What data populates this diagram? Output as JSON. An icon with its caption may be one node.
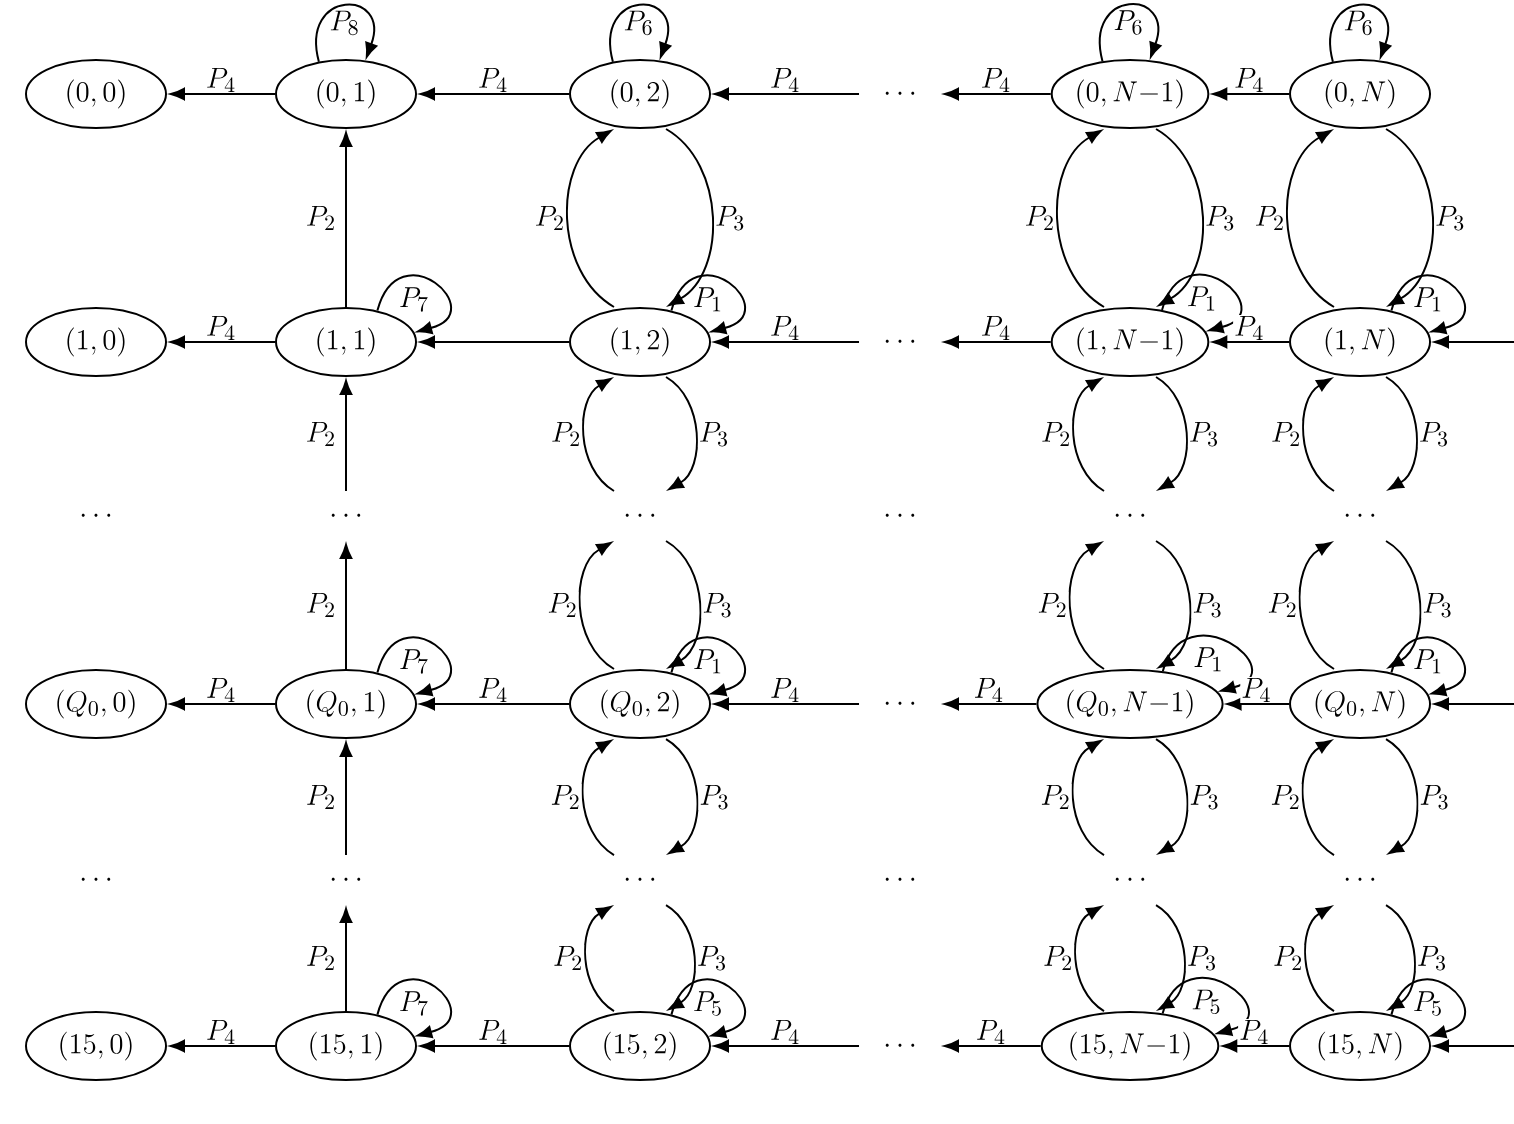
{
  "diagram": {
    "nodes": [
      {
        "text": [
          "(0,0)"
        ]
      },
      {
        "text": [
          "(0,1)"
        ]
      },
      {
        "text": [
          "(0,2)"
        ]
      },
      {
        "text": [
          "\\cdots"
        ]
      },
      {
        "text": [
          "(0,N{-}1)"
        ]
      },
      {
        "text": [
          "(0,N)"
        ]
      },
      {
        "text": [
          "(1,0)"
        ]
      },
      {
        "text": [
          "(1,1)"
        ]
      },
      {
        "text": [
          "(1,2)"
        ]
      },
      {
        "text": [
          "\\cdots"
        ]
      },
      {
        "text": [
          "(1,N{-}1)"
        ]
      },
      {
        "text": [
          "(1,N)"
        ]
      },
      {
        "text": [
          "\\cdots"
        ]
      },
      {
        "text": [
          "\\cdots"
        ]
      },
      {
        "text": [
          "\\cdots"
        ]
      },
      {
        "text": [
          "\\cdots"
        ]
      },
      {
        "text": [
          "(Q_0,0)"
        ]
      },
      {
        "text": [
          "(Q_0,1)"
        ]
      },
      {
        "text": [
          "(Q_0,2)"
        ]
      },
      {
        "text": [
          "\\cdots"
        ]
      },
      {
        "text": [
          "(Q_0,N{-}1)"
        ]
      },
      {
        "text": [
          "(Q_0,N)"
        ]
      },
      {
        "text": [
          "\\cdots"
        ]
      },
      {
        "text": [
          "\\cdots"
        ]
      },
      {
        "text": [
          "\\cdots"
        ]
      },
      {
        "text": [
          "\\cdots"
        ]
      },
      {
        "text": [
          "(15,0)"
        ]
      },
      {
        "text": [
          "(15,1)"
        ]
      },
      {
        "text": [
          "(15,2)"
        ]
      },
      {
        "text": [
          "\\cdots"
        ]
      },
      {
        "text": [
          "(15,N{-}1)"
        ]
      },
      {
        "text": [
          "(15,N)"
        ]
      }
    ],
    "edges": [
      {
        "from": 1,
        "to": 0,
        "arrow": "to",
        "label": "P_4"
      },
      {
        "from": 2,
        "to": 1,
        "arrow": "to",
        "label": "P_4"
      },
      {
        "from": 3,
        "to": 2,
        "arrow": "to",
        "label": "P_4"
      },
      {
        "from": 4,
        "to": 3,
        "arrow": "to",
        "label": "P_4"
      },
      {
        "from": 5,
        "to": 4,
        "arrow": "to",
        "label": "P_4"
      },
      {
        "from": 7,
        "to": 6,
        "arrow": "to",
        "label": "P_4"
      },
      {
        "from": 8,
        "to": 7,
        "arrow": "to"
      },
      {
        "from": 9,
        "to": 8,
        "arrow": "to",
        "label": "P_4"
      },
      {
        "from": 10,
        "to": 9,
        "arrow": "to",
        "label": "P_4"
      },
      {
        "from": 11,
        "to": 10,
        "arrow": "to",
        "label": "P_4"
      },
      {
        "from": null,
        "to": 11,
        "arrow": "to"
      },
      {
        "from": 17,
        "to": 16,
        "arrow": "to",
        "label": "P_4"
      },
      {
        "from": 18,
        "to": 17,
        "arrow": "to",
        "label": "P_4"
      },
      {
        "from": 19,
        "to": 18,
        "arrow": "to",
        "label": "P_4"
      },
      {
        "from": 20,
        "to": 19,
        "arrow": "to",
        "label": "P_4"
      },
      {
        "from": 21,
        "to": 20,
        "arrow": "to",
        "label": "P_4"
      },
      {
        "from": null,
        "to": 21,
        "arrow": "to"
      },
      {
        "from": 27,
        "to": 26,
        "arrow": "to",
        "label": "P_4"
      },
      {
        "from": 28,
        "to": 27,
        "arrow": "to",
        "label": "P_4"
      },
      {
        "from": 29,
        "to": 28,
        "arrow": "to",
        "label": "P_4"
      },
      {
        "from": 30,
        "to": 29,
        "arrow": "to",
        "label": "P_4"
      },
      {
        "from": 31,
        "to": 30,
        "arrow": "to",
        "label": "P_4"
      },
      {
        "from": null,
        "to": 31,
        "arrow": "to"
      },
      {
        "from": 7,
        "to": 1,
        "arrow": "to",
        "label": "P_2"
      },
      {
        "from": 12,
        "to": 7,
        "arrow": "to",
        "label": "P_2"
      },
      {
        "from": 17,
        "to": 12,
        "arrow": "to",
        "label": "P_2"
      },
      {
        "from": 22,
        "to": 17,
        "arrow": "to",
        "label": "P_2"
      },
      {
        "from": 27,
        "to": 22,
        "arrow": "to",
        "label": "P_2"
      },
      {
        "from": 8,
        "to": 2,
        "arrow": "to",
        "label": "P_2"
      },
      {
        "from": 2,
        "to": 8,
        "arrow": "to",
        "label": "P_3"
      },
      {
        "from": 13,
        "to": 8,
        "arrow": "to",
        "label": "P_2"
      },
      {
        "from": 8,
        "to": 13,
        "arrow": "to",
        "label": "P_3"
      },
      {
        "from": 18,
        "to": 13,
        "arrow": "to",
        "label": "P_2"
      },
      {
        "from": 13,
        "to": 18,
        "arrow": "to",
        "label": "P_3"
      },
      {
        "from": 23,
        "to": 18,
        "arrow": "to",
        "label": "P_2"
      },
      {
        "from": 18,
        "to": 23,
        "arrow": "to",
        "label": "P_3"
      },
      {
        "from": 28,
        "to": 23,
        "arrow": "to",
        "label": "P_2"
      },
      {
        "from": 23,
        "to": 28,
        "arrow": "to",
        "label": "P_3"
      },
      {
        "from": 10,
        "to": 4,
        "arrow": "to",
        "label": "P_2"
      },
      {
        "from": 4,
        "to": 10,
        "arrow": "to",
        "label": "P_3"
      },
      {
        "from": 14,
        "to": 10,
        "arrow": "to",
        "label": "P_2"
      },
      {
        "from": 10,
        "to": 14,
        "arrow": "to",
        "label": "P_3"
      },
      {
        "from": 20,
        "to": 14,
        "arrow": "to",
        "label": "P_2"
      },
      {
        "from": 14,
        "to": 20,
        "arrow": "to",
        "label": "P_3"
      },
      {
        "from": 24,
        "to": 20,
        "arrow": "to",
        "label": "P_2"
      },
      {
        "from": 20,
        "to": 24,
        "arrow": "to",
        "label": "P_3"
      },
      {
        "from": 30,
        "to": 24,
        "arrow": "to",
        "label": "P_2"
      },
      {
        "from": 24,
        "to": 30,
        "arrow": "to",
        "label": "P_3"
      },
      {
        "from": 11,
        "to": 5,
        "arrow": "to",
        "label": "P_2"
      },
      {
        "from": 5,
        "to": 11,
        "arrow": "to",
        "label": "P_3"
      },
      {
        "from": 15,
        "to": 11,
        "arrow": "to",
        "label": "P_2"
      },
      {
        "from": 11,
        "to": 15,
        "arrow": "to",
        "label": "P_3"
      },
      {
        "from": 21,
        "to": 15,
        "arrow": "to",
        "label": "P_2"
      },
      {
        "from": 15,
        "to": 21,
        "arrow": "to",
        "label": "P_3"
      },
      {
        "from": 25,
        "to": 21,
        "arrow": "to",
        "label": "P_2"
      },
      {
        "from": 21,
        "to": 25,
        "arrow": "to",
        "label": "P_3"
      },
      {
        "from": 31,
        "to": 25,
        "arrow": "to",
        "label": "P_2"
      },
      {
        "from": 25,
        "to": 31,
        "arrow": "to",
        "label": "P_3"
      },
      {
        "from": 1,
        "to": 1,
        "arrow": "to",
        "label": "P_8"
      },
      {
        "from": 2,
        "to": 2,
        "arrow": "to",
        "label": "P_6"
      },
      {
        "from": 4,
        "to": 4,
        "arrow": "to",
        "label": "P_6"
      },
      {
        "from": 5,
        "to": 5,
        "arrow": "to",
        "label": "P_6"
      },
      {
        "from": 7,
        "to": 7,
        "arrow": "to",
        "label": "P_7"
      },
      {
        "from": 8,
        "to": 8,
        "arrow": "to",
        "label": "P_1"
      },
      {
        "from": 10,
        "to": 10,
        "arrow": "to",
        "label": "P_1"
      },
      {
        "from": 11,
        "to": 11,
        "arrow": "to",
        "label": "P_1"
      },
      {
        "from": 17,
        "to": 17,
        "arrow": "to",
        "label": "P_7"
      },
      {
        "from": 18,
        "to": 18,
        "arrow": "to",
        "label": "P_1"
      },
      {
        "from": 20,
        "to": 20,
        "arrow": "to",
        "label": "P_1"
      },
      {
        "from": 21,
        "to": 21,
        "arrow": "to",
        "label": "P_1"
      },
      {
        "from": 27,
        "to": 27,
        "arrow": "to",
        "label": "P_7"
      },
      {
        "from": 28,
        "to": 28,
        "arrow": "to",
        "label": "P_5"
      },
      {
        "from": 30,
        "to": 30,
        "arrow": "to",
        "label": "P_5"
      },
      {
        "from": 31,
        "to": 31,
        "arrow": "to",
        "label": "P_5"
      }
    ],
    "labels": [
      "\\cdots",
      "\\cdots",
      "\\cdots",
      "\\cdots"
    ]
  }
}
